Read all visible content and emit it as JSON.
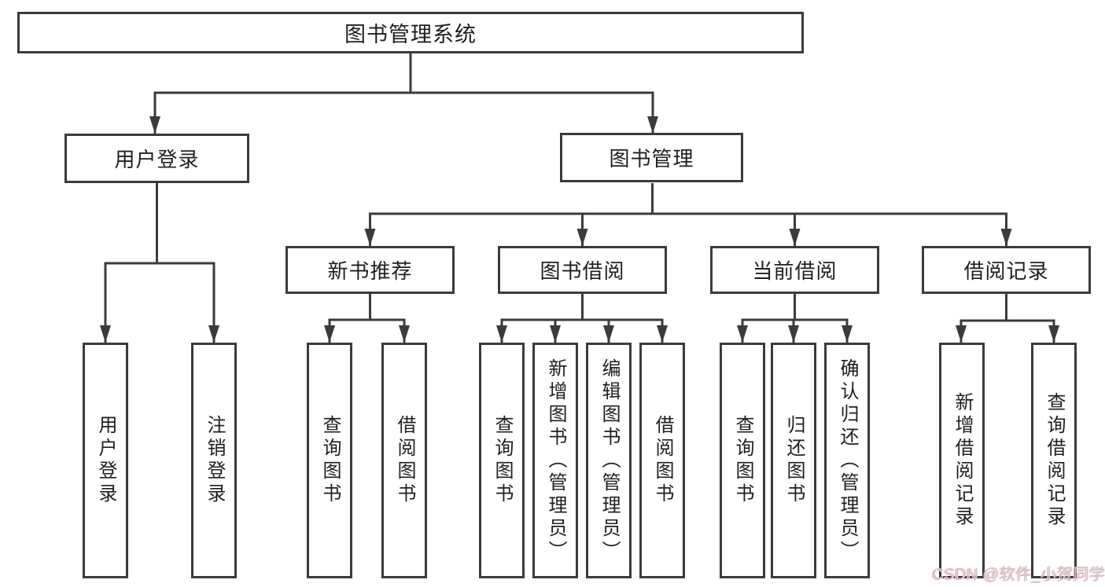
{
  "diagram": {
    "title": "图书管理系统",
    "line_color": "#3b3b3b",
    "text_color": "#1f1f1f",
    "root": {
      "label": "图书管理系统"
    },
    "level2": [
      {
        "label": "用户登录"
      },
      {
        "label": "图书管理"
      }
    ],
    "level3": [
      {
        "parent": "图书管理",
        "label": "新书推荐"
      },
      {
        "parent": "图书管理",
        "label": "图书借阅"
      },
      {
        "parent": "图书管理",
        "label": "当前借阅"
      },
      {
        "parent": "图书管理",
        "label": "借阅记录"
      }
    ],
    "level4": [
      {
        "parent": "用户登录",
        "label": "用户登录"
      },
      {
        "parent": "用户登录",
        "label": "注销登录"
      },
      {
        "parent": "新书推荐",
        "label": "查询图书"
      },
      {
        "parent": "新书推荐",
        "label": "借阅图书"
      },
      {
        "parent": "图书借阅",
        "label": "查询图书"
      },
      {
        "parent": "图书借阅",
        "label": "新增图书（管理员）"
      },
      {
        "parent": "图书借阅",
        "label": "编辑图书（管理员）"
      },
      {
        "parent": "图书借阅",
        "label": "借阅图书"
      },
      {
        "parent": "当前借阅",
        "label": "查询图书"
      },
      {
        "parent": "当前借阅",
        "label": "归还图书"
      },
      {
        "parent": "当前借阅",
        "label": "确认归还（管理员）"
      },
      {
        "parent": "借阅记录",
        "label": "新增借阅记录"
      },
      {
        "parent": "借阅记录",
        "label": "查询借阅记录"
      }
    ]
  },
  "watermark": {
    "text": "CSDN @软件_小贺同学",
    "color": "#c9c9c9",
    "shadow_color": "#efb7bb"
  }
}
